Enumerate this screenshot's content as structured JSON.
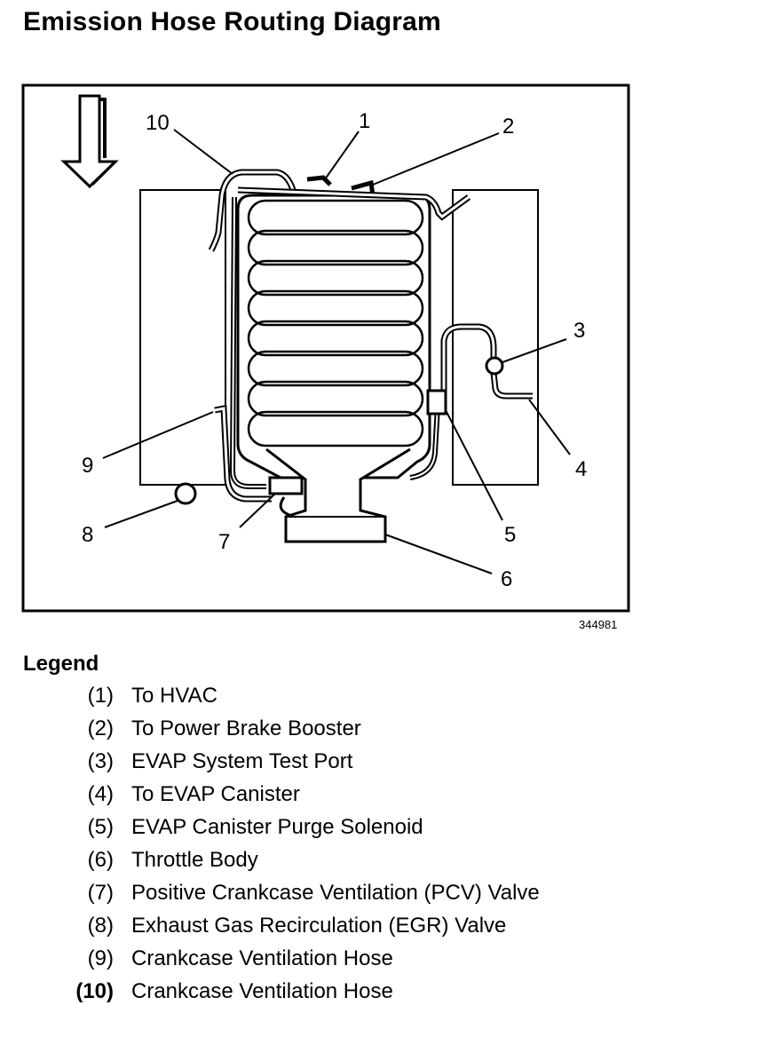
{
  "title": "Emission Hose Routing Diagram",
  "figure_id": "344981",
  "callouts": [
    "10",
    "1",
    "2",
    "3",
    "4",
    "5",
    "6",
    "7",
    "8",
    "9"
  ],
  "legend": {
    "heading": "Legend",
    "items": [
      {
        "num": "(1)",
        "text": "To HVAC"
      },
      {
        "num": "(2)",
        "text": "To Power Brake Booster"
      },
      {
        "num": "(3)",
        "text": "EVAP System Test Port"
      },
      {
        "num": "(4)",
        "text": "To EVAP Canister"
      },
      {
        "num": "(5)",
        "text": "EVAP Canister Purge Solenoid"
      },
      {
        "num": "(6)",
        "text": "Throttle Body"
      },
      {
        "num": "(7)",
        "text": "Positive Crankcase Ventilation (PCV) Valve"
      },
      {
        "num": "(8)",
        "text": "Exhaust Gas Recirculation (EGR) Valve"
      },
      {
        "num": "(9)",
        "text": "Crankcase Ventilation Hose"
      },
      {
        "num": "(10)",
        "text": "Crankcase Ventilation Hose"
      }
    ]
  }
}
